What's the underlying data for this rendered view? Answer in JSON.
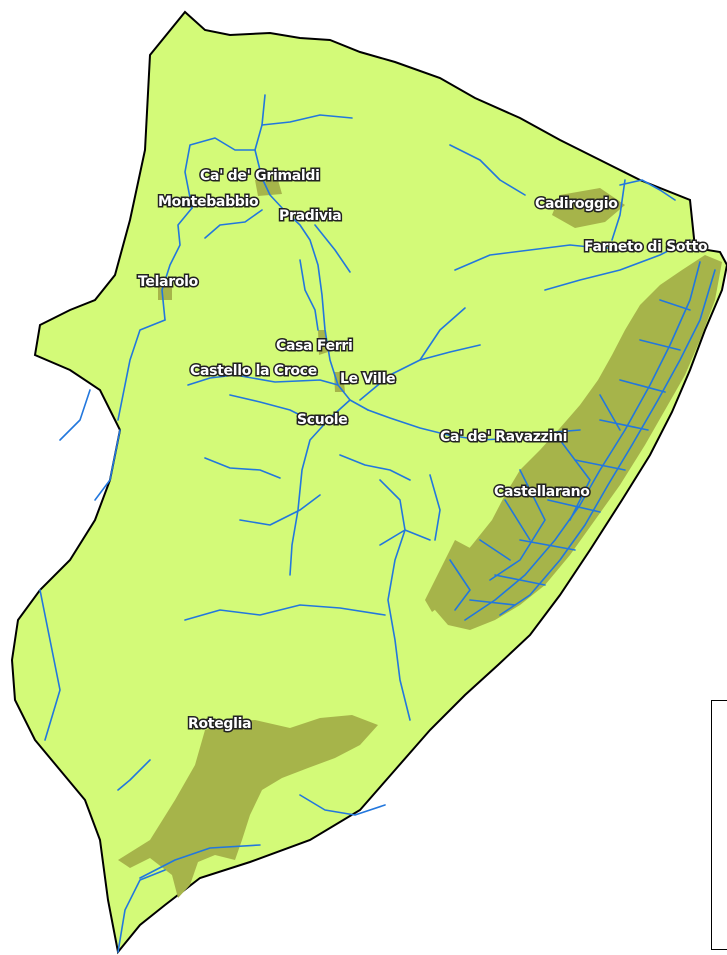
{
  "map": {
    "colors": {
      "land": "#d3fa78",
      "border": "#000000",
      "urban": "#a6b44a",
      "water": "#2277dd"
    },
    "places": [
      {
        "id": "ca-de-grimaldi",
        "name": "Ca' de' Grimaldi"
      },
      {
        "id": "montebabbio",
        "name": "Montebabbio"
      },
      {
        "id": "pradivia",
        "name": "Pradivia"
      },
      {
        "id": "cadiroggio",
        "name": "Cadiroggio"
      },
      {
        "id": "farneto-di-sotto",
        "name": "Farneto di Sotto"
      },
      {
        "id": "telarolo",
        "name": "Telarolo"
      },
      {
        "id": "casa-ferri",
        "name": "Casa Ferri"
      },
      {
        "id": "castello-la-croce",
        "name": "Castello la Croce"
      },
      {
        "id": "le-ville",
        "name": "Le Ville"
      },
      {
        "id": "scuole",
        "name": "Scuole"
      },
      {
        "id": "ca-de-ravazzini",
        "name": "Ca' de' Ravazzini"
      },
      {
        "id": "castellarano",
        "name": "Castellarano"
      },
      {
        "id": "roteglia",
        "name": "Roteglia"
      }
    ]
  }
}
